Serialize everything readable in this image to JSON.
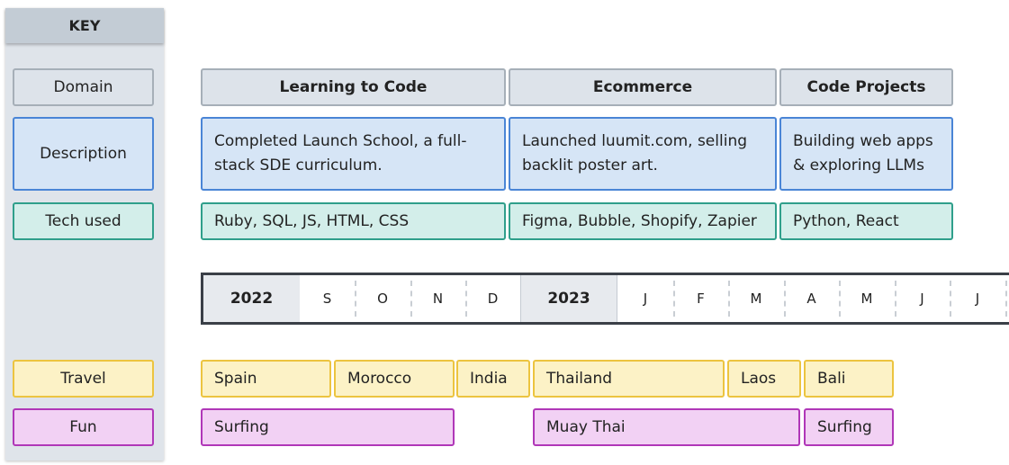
{
  "key": {
    "header": "KEY",
    "domain": "Domain",
    "description": "Description",
    "tech": "Tech used",
    "travel": "Travel",
    "fun": "Fun"
  },
  "domains": [
    "Learning to Code",
    "Ecommerce",
    "Code Projects"
  ],
  "descriptions": [
    "Completed Launch School, a full-stack SDE curriculum.",
    "Launched luumit.com, selling backlit poster art.",
    "Building web apps & exploring LLMs"
  ],
  "tech": [
    "Ruby, SQL, JS, HTML, CSS",
    "Figma, Bubble, Shopify, Zapier",
    "Python, React"
  ],
  "timeline": {
    "year1": "2022",
    "months1": [
      "S",
      "O",
      "N",
      "D"
    ],
    "year2": "2023",
    "months2": [
      "J",
      "F",
      "M",
      "A",
      "M",
      "J",
      "J"
    ]
  },
  "travel": [
    "Spain",
    "Morocco",
    "India",
    "Thailand",
    "Laos",
    "Bali"
  ],
  "fun": [
    "Surfing",
    "Muay Thai",
    "Surfing"
  ],
  "colors": {
    "domain": "#dde3ea",
    "description": "#d6e5f6",
    "tech": "#d3eeea",
    "travel": "#fcf2c6",
    "fun": "#f2d1f4",
    "key_panel": "#dfe4ea"
  }
}
